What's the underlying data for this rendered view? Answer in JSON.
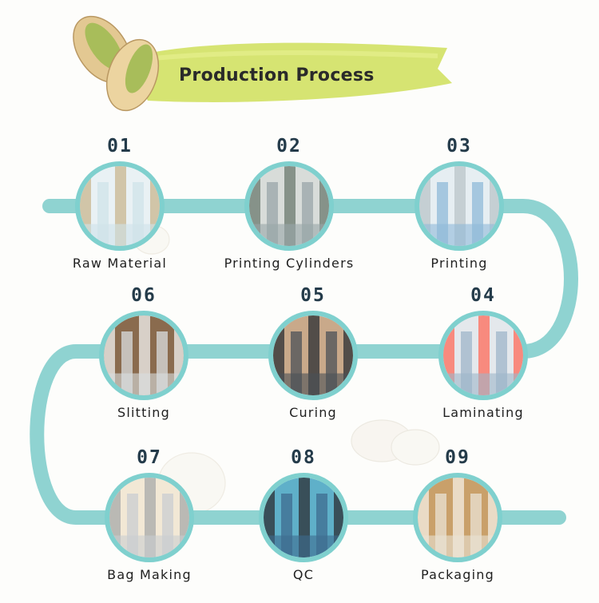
{
  "title": "Production Process",
  "colors": {
    "path": "#8fd3d1",
    "banner": "#d4e36a",
    "ring": "#7fd0ce",
    "number": "#243b4a",
    "pistachio_shell": "#e3c892",
    "pistachio_nut": "#a8bd5a"
  },
  "steps": [
    {
      "number": "01",
      "label": "Raw Material"
    },
    {
      "number": "02",
      "label": "Printing Cylinders"
    },
    {
      "number": "03",
      "label": "Printing"
    },
    {
      "number": "04",
      "label": "Laminating"
    },
    {
      "number": "05",
      "label": "Curing"
    },
    {
      "number": "06",
      "label": "Slitting"
    },
    {
      "number": "07",
      "label": "Bag Making"
    },
    {
      "number": "08",
      "label": "QC"
    },
    {
      "number": "09",
      "label": "Packaging"
    }
  ]
}
